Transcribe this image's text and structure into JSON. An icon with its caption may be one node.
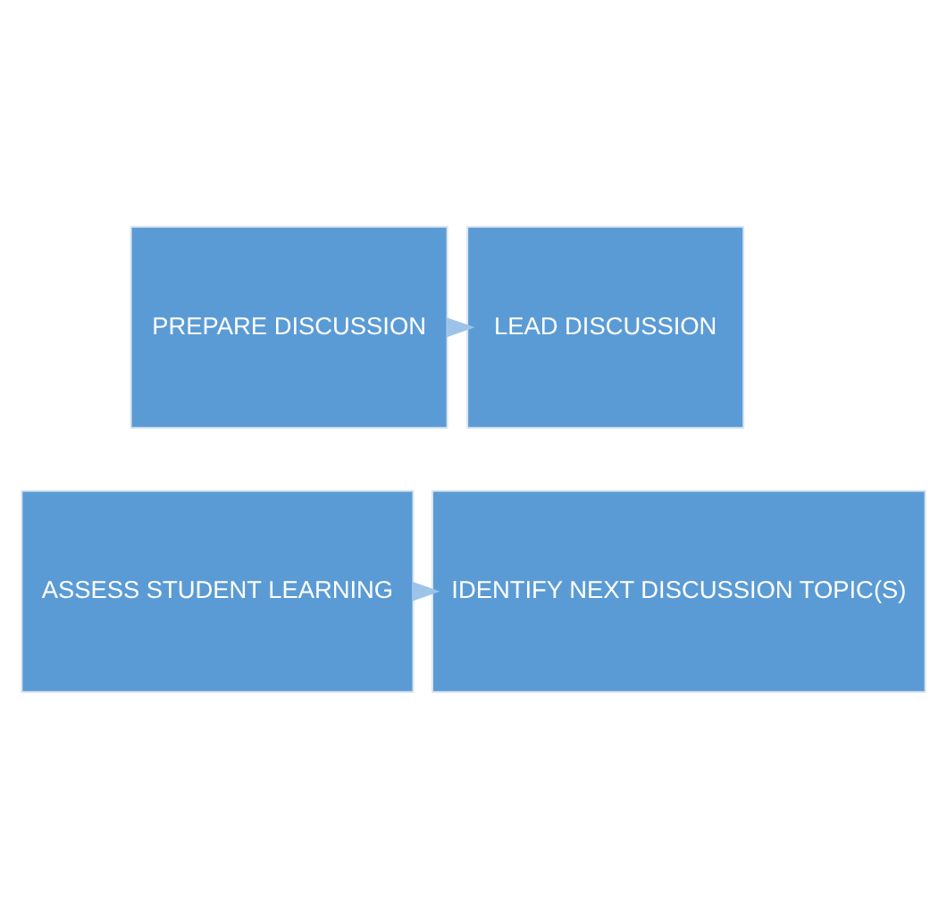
{
  "diagram": {
    "nodes": [
      {
        "text": [
          "PREPARE DISCUSSION"
        ]
      },
      {
        "text": [
          "LEAD DISCUSSION"
        ]
      },
      {
        "text": [
          "IDENTIFY NEXT DISCUSSION TOPIC(S)"
        ]
      },
      {
        "text": [
          "ASSESS STUDENT LEARNING"
        ]
      }
    ],
    "edges": [
      {
        "from": 0,
        "to": 1,
        "arrow": "to"
      },
      {
        "from": 3,
        "to": 2,
        "arrow": "to"
      }
    ]
  }
}
